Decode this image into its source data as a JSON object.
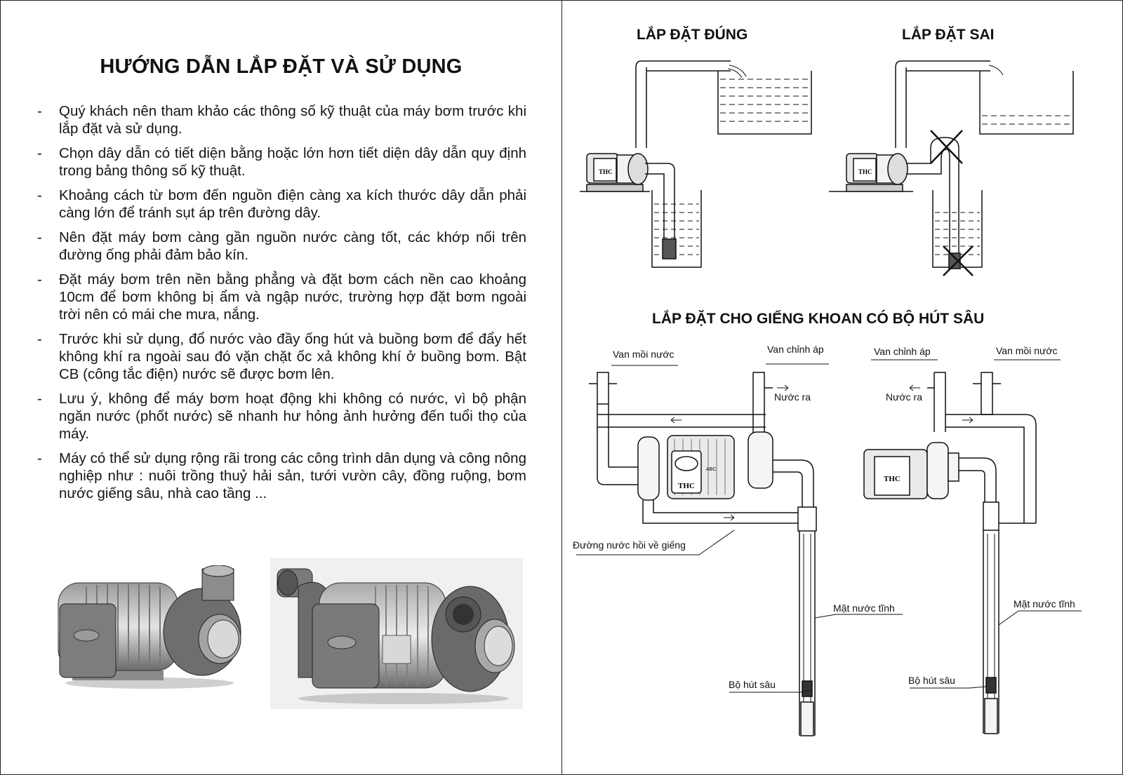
{
  "title": "HƯỚNG DẪN LẮP ĐẶT VÀ SỬ DỤNG",
  "bullet_char": "-",
  "instructions": [
    "Quý khách nên tham khảo các thông số kỹ thuật của máy bơm trước khi lắp đặt và sử dụng.",
    "Chọn dây dẫn có tiết diện bằng hoặc lớn hơn tiết diện dây dẫn quy định trong bảng thông số kỹ thuật.",
    "Khoảng cách từ bơm đến nguồn điện càng xa kích thước dây dẫn phải càng lớn để tránh sụt áp trên đường dây.",
    "Nên đặt máy bơm càng gần nguồn nước càng tốt, các khớp nối trên đường ống phải đảm bảo kín.",
    "Đặt máy bơm trên nền bằng phẳng và đặt bơm cách nền cao khoảng 10cm để bơm không bị ẩm và ngập nước, trường hợp đặt bơm ngoài trời nên có mái che mưa, nắng.",
    "Trước khi sử dụng, đổ nước vào đầy ống hút và buồng bơm để đẩy hết không khí ra ngoài sau đó vặn chặt ốc xả không khí ở buồng bơm. Bật CB (công tắc điện) nước sẽ được bơm lên.",
    "Lưu ý, không để máy bơm hoạt động khi không có nước, vì bộ phận ngăn nước (phốt nước) sẽ nhanh hư hỏng ảnh hưởng đến tuổi thọ của máy.",
    "Máy có thể sử dụng rộng rãi trong các công trình dân dụng và công nông nghiệp như : nuôi trồng thuỷ hải sản, tưới vườn cây, đồng ruộng, bơm nước giếng sâu, nhà cao tầng ..."
  ],
  "diagrams": {
    "correct_title": "LẮP ĐẶT ĐÚNG",
    "wrong_title": "LẮP ĐẶT SAI",
    "deep_well_title": "LẮP ĐẶT CHO GIẾNG KHOAN CÓ BỘ HÚT SÂU",
    "pump_brand": "THC",
    "pump_model": "ABC",
    "left_well": {
      "priming_valve": "Van mồi nước",
      "pressure_valve": "Van chỉnh áp",
      "outlet": "Nước ra",
      "return_line": "Đường nước hồi về giếng",
      "static_level": "Mặt nước tĩnh",
      "deep_suction": "Bộ hút sâu"
    },
    "right_well": {
      "pressure_valve": "Van chỉnh áp",
      "priming_valve": "Van mồi nước",
      "outlet": "Nước ra",
      "static_level": "Mặt nước tĩnh",
      "deep_suction": "Bộ hút sâu"
    }
  }
}
